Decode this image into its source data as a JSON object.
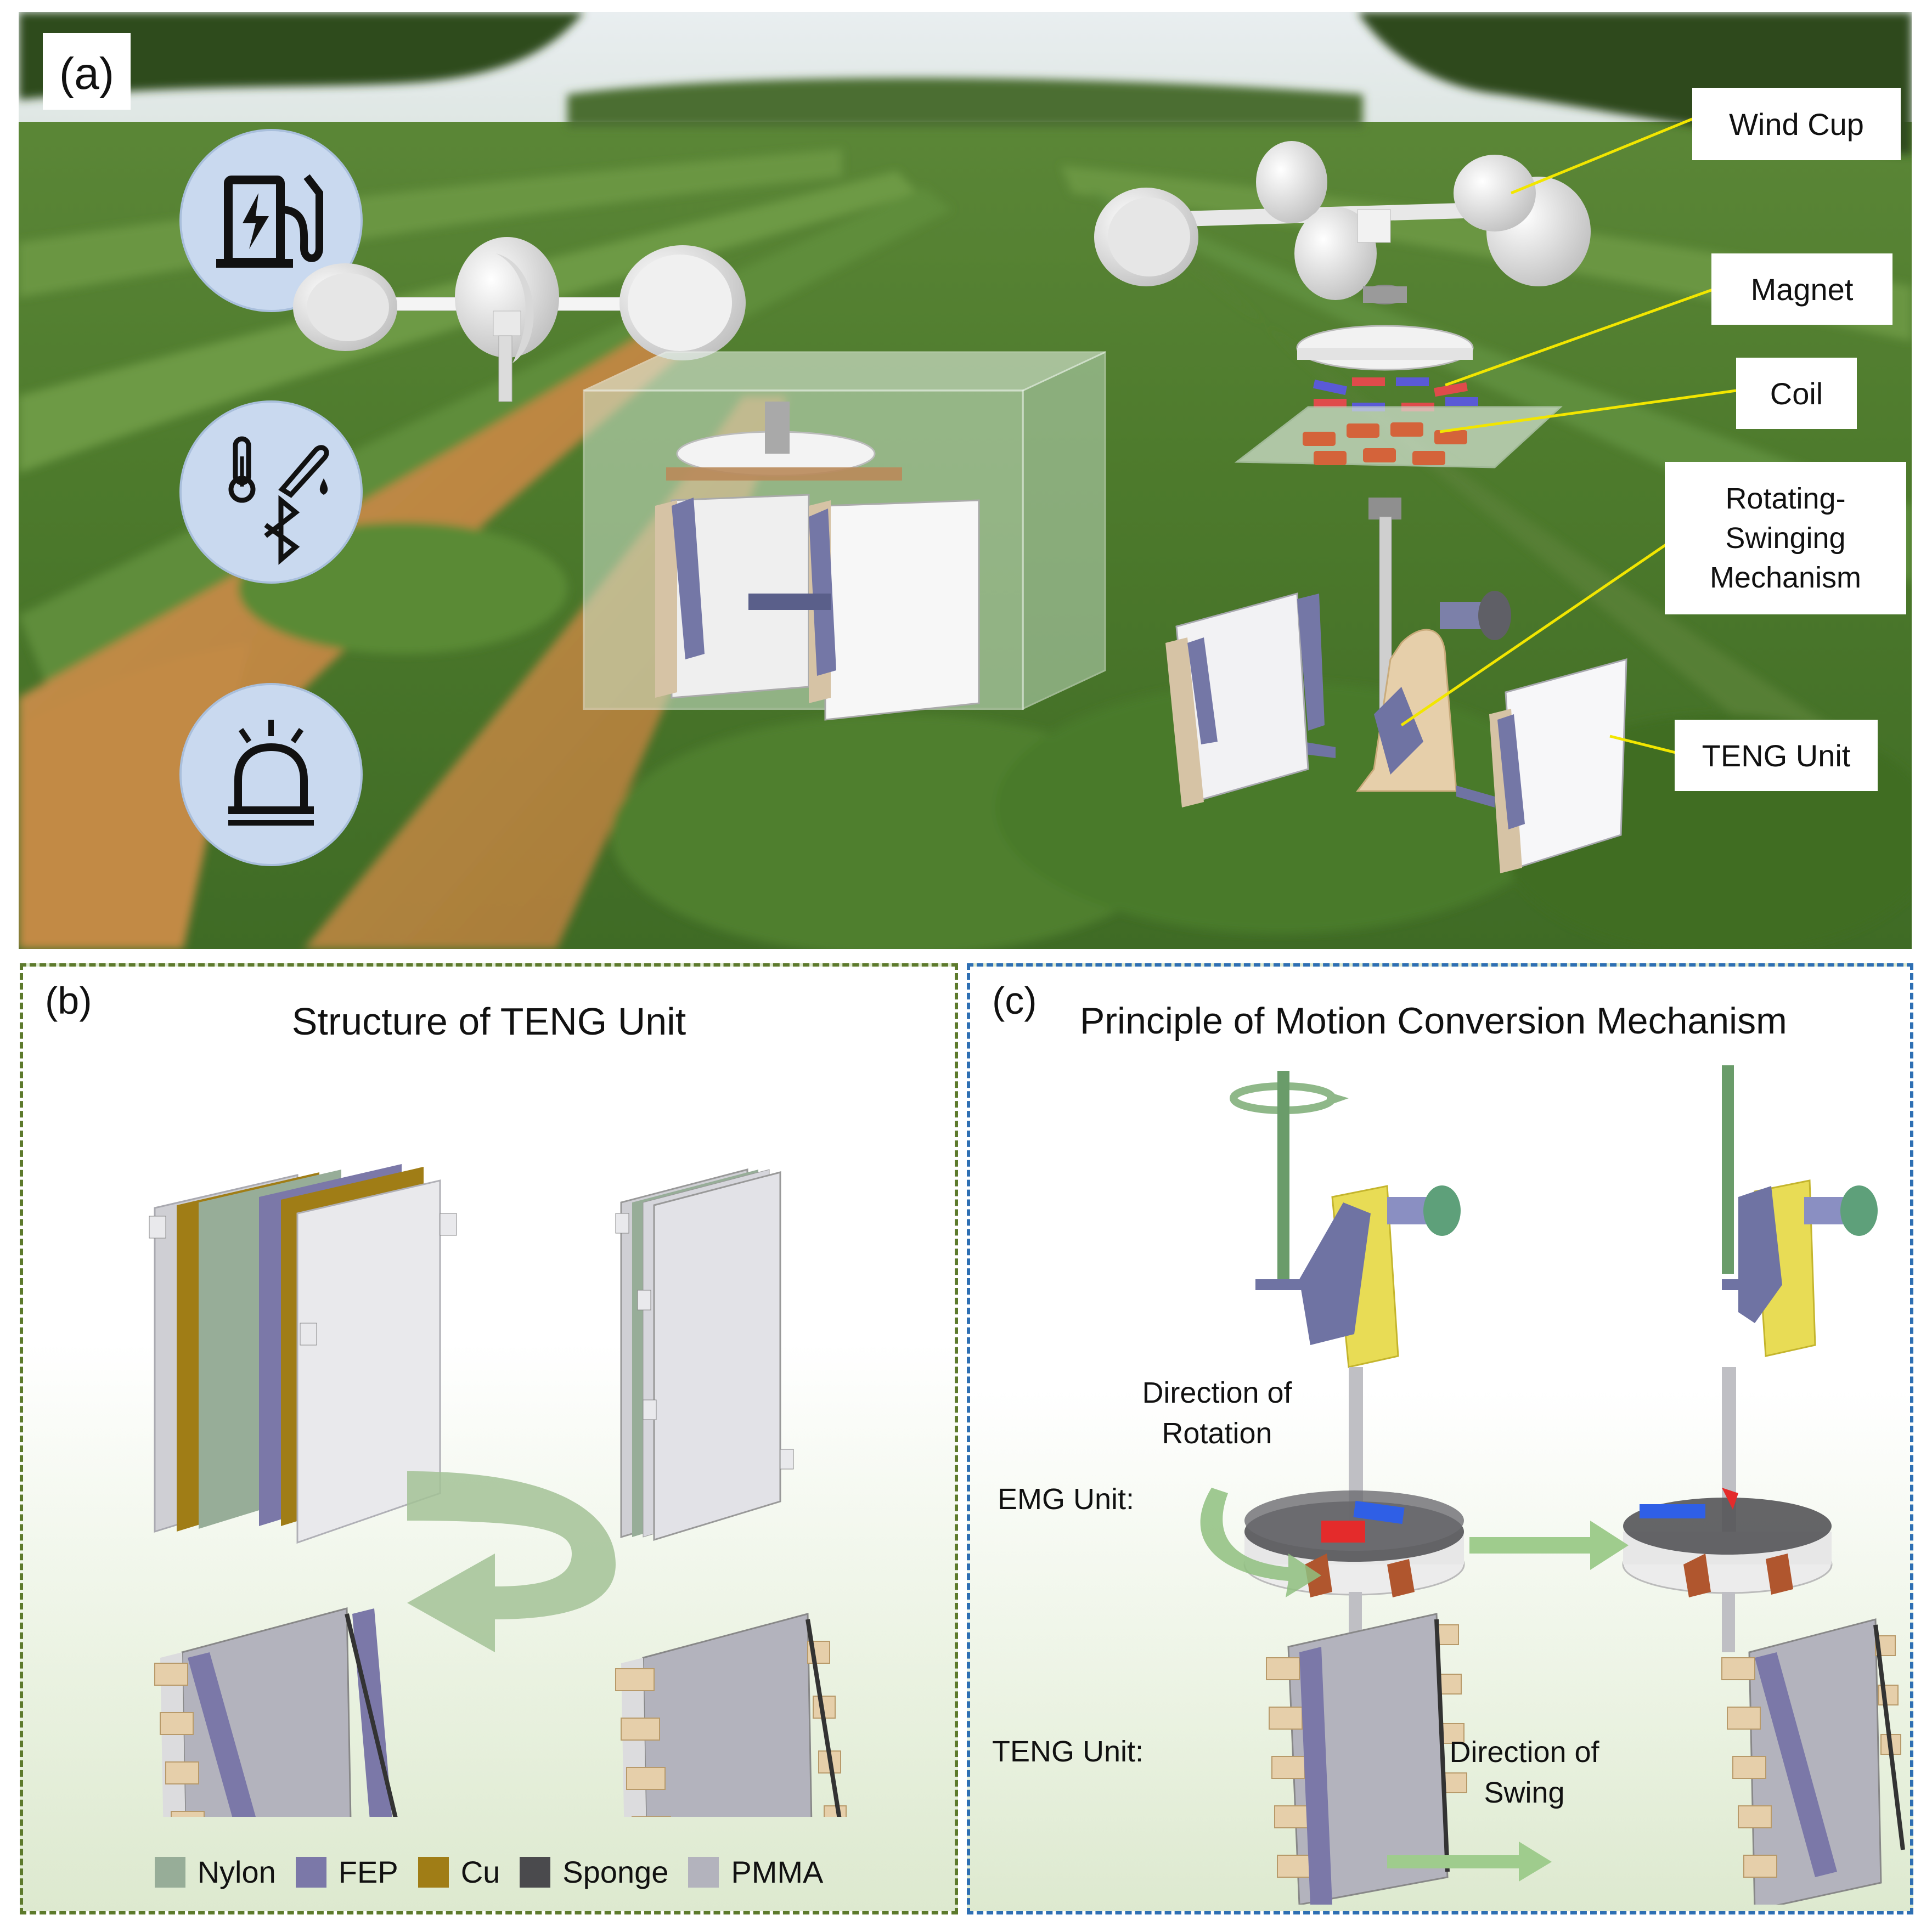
{
  "panel_a": {
    "tag": "(a)",
    "callouts": {
      "wind_cup": "Wind Cup",
      "magnet": "Magnet",
      "coil": "Coil",
      "rotating_swinging": [
        "Rotating-",
        "Swinging",
        "Mechanism"
      ],
      "teng_unit": "TENG Unit"
    },
    "icons": [
      "charging-station-icon",
      "thermometer-icon",
      "humidity-icon",
      "bluetooth-icon",
      "alarm-light-icon"
    ],
    "colors": {
      "icon_circle": "#c9d9ef",
      "callout_line": "#f2e600"
    }
  },
  "panel_b": {
    "tag": "(b)",
    "title": "Structure of TENG Unit",
    "border_color": "#5d7a2c",
    "legend": [
      {
        "label": "Nylon",
        "color": "#97ad98"
      },
      {
        "label": "FEP",
        "color": "#7b78a8"
      },
      {
        "label": "Cu",
        "color": "#a07d16"
      },
      {
        "label": "Sponge",
        "color": "#4a4a4d"
      },
      {
        "label": "PMMA",
        "color": "#b3b3bd"
      }
    ]
  },
  "panel_c": {
    "tag": "(c)",
    "title": "Principle of Motion Conversion Mechanism",
    "border_color": "#2e6fb3",
    "rotation_label": [
      "Direction of",
      "Rotation"
    ],
    "emg_label": "EMG Unit:",
    "teng_label": "TENG Unit:",
    "swing_label": [
      "Direction of",
      "Swing"
    ]
  }
}
